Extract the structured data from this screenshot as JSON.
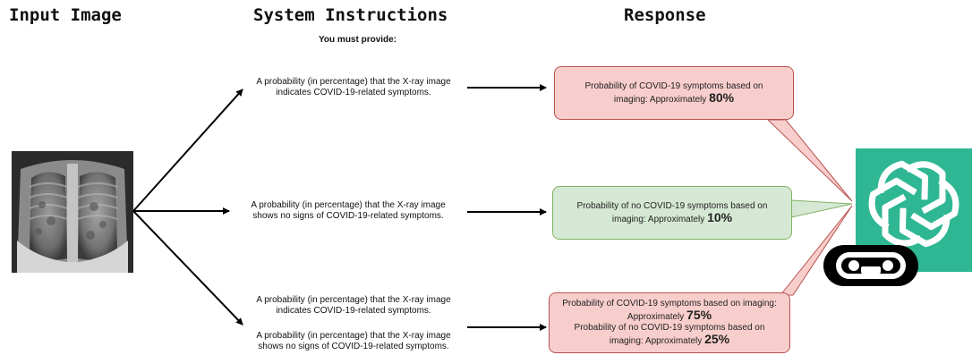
{
  "headings": {
    "input": "Input Image",
    "system": "System Instructions",
    "response": "Response",
    "sub": "You must provide:"
  },
  "instructions": [
    {
      "line1": "A probability (in percentage) that the X-ray image",
      "line2": "indicates COVID-19-related symptoms."
    },
    {
      "line1": "A probability (in percentage) that the X-ray image",
      "line2": "shows no signs of COVID-19-related symptoms."
    },
    {
      "line1": "A probability (in percentage) that the X-ray image",
      "line2": "indicates COVID-19-related symptoms."
    },
    {
      "line1": "A probability (in percentage) that the X-ray image",
      "line2": "shows no signs of COVID-19-related symptoms."
    }
  ],
  "responses": {
    "r1": {
      "line1": "Probability of COVID-19 symptoms based on",
      "line2": "imaging: Approximately",
      "value": "80%",
      "color": "#f8cecc"
    },
    "r2": {
      "line1": "Probability of no COVID-19 symptoms based on",
      "line2": "imaging: Approximately",
      "value": "10%",
      "color": "#d5e8d4"
    },
    "r3": {
      "a_line1": "Probability of COVID-19 symptoms based on imaging:",
      "a_line2": "Approximately",
      "a_value": "75%",
      "b_line1": "Probability of no COVID-19 symptoms based on",
      "b_line2": "imaging: Approximately",
      "b_value": "25%",
      "color": "#f8cecc"
    }
  },
  "icons": {
    "model_logo": "openai-logo-icon",
    "robot": "robot-face-icon",
    "xray": "chest-xray-image"
  },
  "colors": {
    "logo_bg": "#2fb793",
    "red_border": "#b85450",
    "green_border": "#82b366"
  }
}
